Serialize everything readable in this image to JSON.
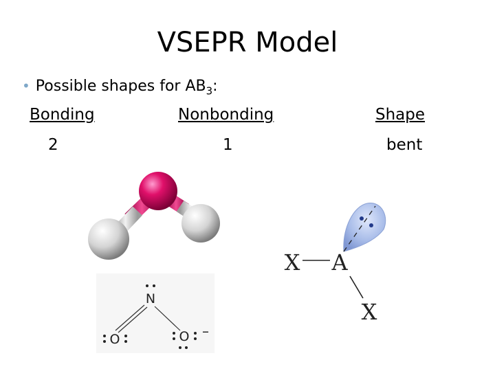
{
  "slide": {
    "title": "VSEPR Model",
    "bullet": {
      "text": "Possible shapes for AB",
      "subscript": "3",
      "suffix": ":"
    },
    "table": {
      "headers": [
        "Bonding",
        "Nonbonding",
        "Shape"
      ],
      "values": [
        "2",
        "1",
        "bent"
      ]
    }
  },
  "lewis_structure": {
    "center_atom": "N",
    "left_atom": "O",
    "right_atom": "O",
    "charge": "–"
  },
  "vsepr_diagram": {
    "central_atom": "A",
    "ligand_atom": "X"
  },
  "colors": {
    "bullet": "#7fa8c9",
    "central_atom": "#e0106a",
    "outer_atom": "#d8d8d8",
    "lone_pair_lobe": "#8ea6dc"
  }
}
